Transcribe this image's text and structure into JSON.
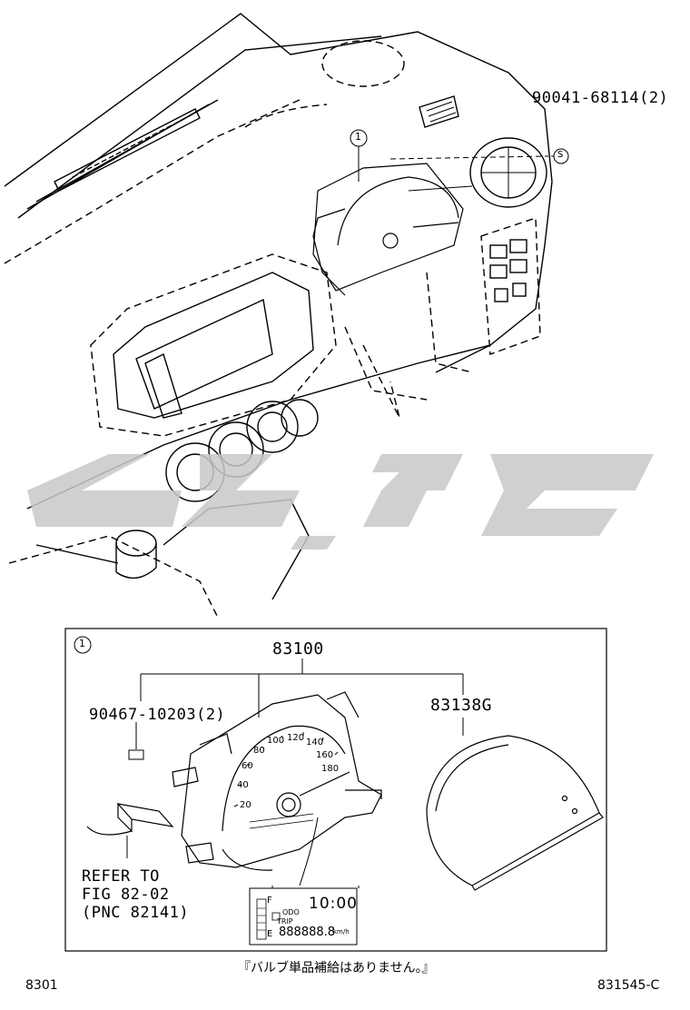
{
  "callouts": {
    "main_callout_marker": "1",
    "inset_marker": "1",
    "bolt_part": "90041-68114(2)",
    "bolt_marker": "S",
    "assembly_part": "83100",
    "bulb_part": "90467-10203(2)",
    "lens_part": "83138G",
    "refer_line1": "REFER TO",
    "refer_line2": "FIG 82-02",
    "refer_line3": "(PNC 82141)"
  },
  "footer": {
    "note_jp": "『バルブ単品補給はありません。』",
    "page_left": "8301",
    "figure_code": "831545-C"
  },
  "gauge": {
    "speed_ticks": [
      "20",
      "40",
      "60",
      "80",
      "100",
      "120",
      "140",
      "160",
      "180"
    ]
  },
  "lcd": {
    "fuel_full": "F",
    "fuel_empty": "E",
    "odo": "ODO",
    "trip": "TRIP",
    "clock": "10:00",
    "digits": "888888.8",
    "unit": "km/h"
  },
  "colors": {
    "line": "#000000",
    "watermark": "#c8c8c8"
  }
}
